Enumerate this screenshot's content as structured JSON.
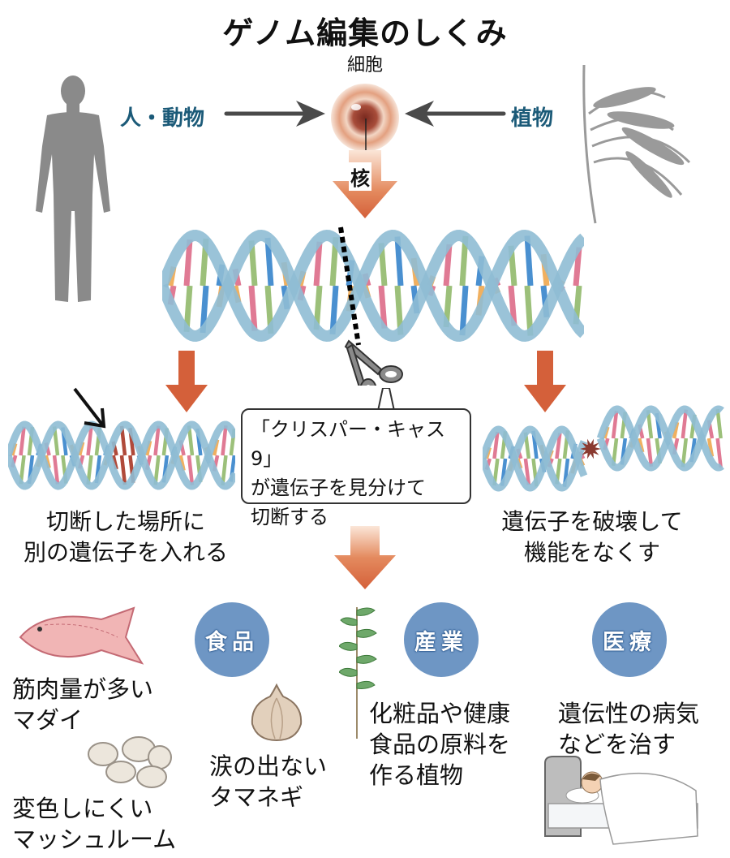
{
  "title": "ゲノム編集のしくみ",
  "cell": {
    "label": "細胞",
    "nucleus_label": "核"
  },
  "sources": {
    "left": "人・動物",
    "right": "植物"
  },
  "tool_callout": {
    "lines": [
      "「クリスパー・キャス9」",
      "が遺伝子を見分けて",
      "切断する"
    ]
  },
  "outcomes": {
    "insert": {
      "lines": [
        "切断した場所に",
        "別の遺伝子を入れる"
      ]
    },
    "destroy": {
      "lines": [
        "遺伝子を破壊して",
        "機能をなくす"
      ]
    }
  },
  "categories": [
    {
      "label": "食品"
    },
    {
      "label": "産業"
    },
    {
      "label": "医療"
    }
  ],
  "examples": {
    "sea_bream": {
      "lines": [
        "筋肉量が多い",
        "マダイ"
      ]
    },
    "mushroom": {
      "lines": [
        "変色しにくい",
        "マッシュルーム"
      ]
    },
    "onion": {
      "lines": [
        "涙の出ない",
        "タマネギ"
      ]
    },
    "plant": {
      "lines": [
        "化粧品や健康",
        "食品の原料を",
        "作る植物"
      ]
    },
    "medical": {
      "lines": [
        "遺伝性の病気",
        "などを治す"
      ]
    }
  },
  "colors": {
    "arrow_orange": "#d4603a",
    "source_label": "#1b5a78",
    "badge_blue": "#6e96c4",
    "dna_backbone": "#8fbcd4",
    "silhouette_gray": "#8a8a8a"
  }
}
